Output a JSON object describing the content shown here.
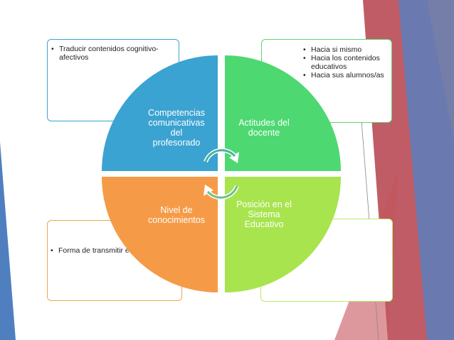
{
  "colors": {
    "blue": "#3ba3d1",
    "green": "#4dd872",
    "orange": "#f59b47",
    "lime": "#a8e44e",
    "deco_red": "#c0504d",
    "deco_blue": "#4f81bd"
  },
  "diagram": {
    "quadrants": [
      {
        "lines": [
          "Competencias",
          "comunicativas",
          "del",
          "profesorado"
        ]
      },
      {
        "lines": [
          "Actitudes del",
          "docente"
        ]
      },
      {
        "lines": [
          "Nivel de",
          "conocimientos"
        ]
      },
      {
        "lines": [
          "Posición en el",
          "Sistema",
          "Educativo"
        ]
      }
    ],
    "center_icon": "circular-arrows-icon"
  },
  "boxes": {
    "top_left": [
      "Traducir contenidos cognitivo-afectivos"
    ],
    "top_right": [
      "Hacia si mismo",
      "Hacia los contenidos educativos",
      "Hacia sus alumnos/as"
    ],
    "bottom_left": [
      "Forma de transmitir el mensaje"
    ],
    "bottom_right": []
  }
}
